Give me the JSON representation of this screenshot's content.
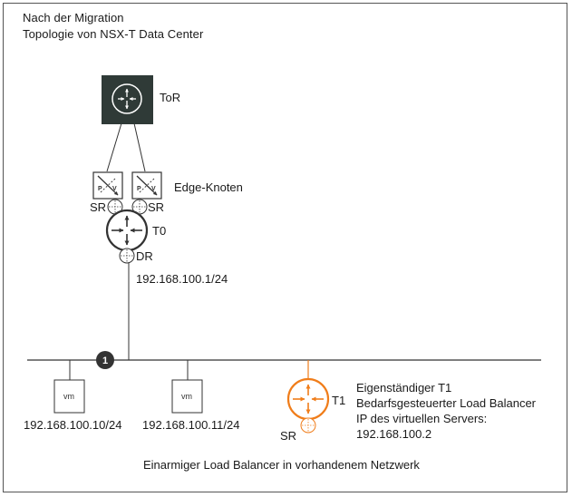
{
  "header": {
    "line1": "Nach der Migration",
    "line2": "Topologie von NSX-T Data Center"
  },
  "nodes": {
    "tor": "ToR",
    "edge_nodes": "Edge-Knoten",
    "sr_left": "SR",
    "sr_right": "SR",
    "t0": "T0",
    "dr": "DR",
    "uplink_ip": "192.168.100.1/24",
    "vm1_label": "vm",
    "vm2_label": "vm",
    "vm1_ip": "192.168.100.10/24",
    "vm2_ip": "192.168.100.11/24",
    "segment_marker": "1",
    "t1": "T1",
    "t1_sr": "SR",
    "pv_p": "P",
    "pv_v": "V"
  },
  "t1_info": {
    "line1": "Eigenständiger T1",
    "line2": "Bedarfsgesteuerter Load Balancer",
    "line3": "IP des virtuellen Servers:",
    "line4": "192.168.100.2"
  },
  "footer": {
    "caption": "Einarmiger Load Balancer in vorhandenem Netzwerk"
  },
  "colors": {
    "tor_fill": "#2f3a37",
    "line": "#333333",
    "accent": "#f07d1a",
    "marker": "#333333"
  },
  "icons": {
    "tor": "router-icon",
    "edge": "edge-node-icon",
    "t0": "tier0-router-icon",
    "t1": "tier1-router-icon"
  }
}
